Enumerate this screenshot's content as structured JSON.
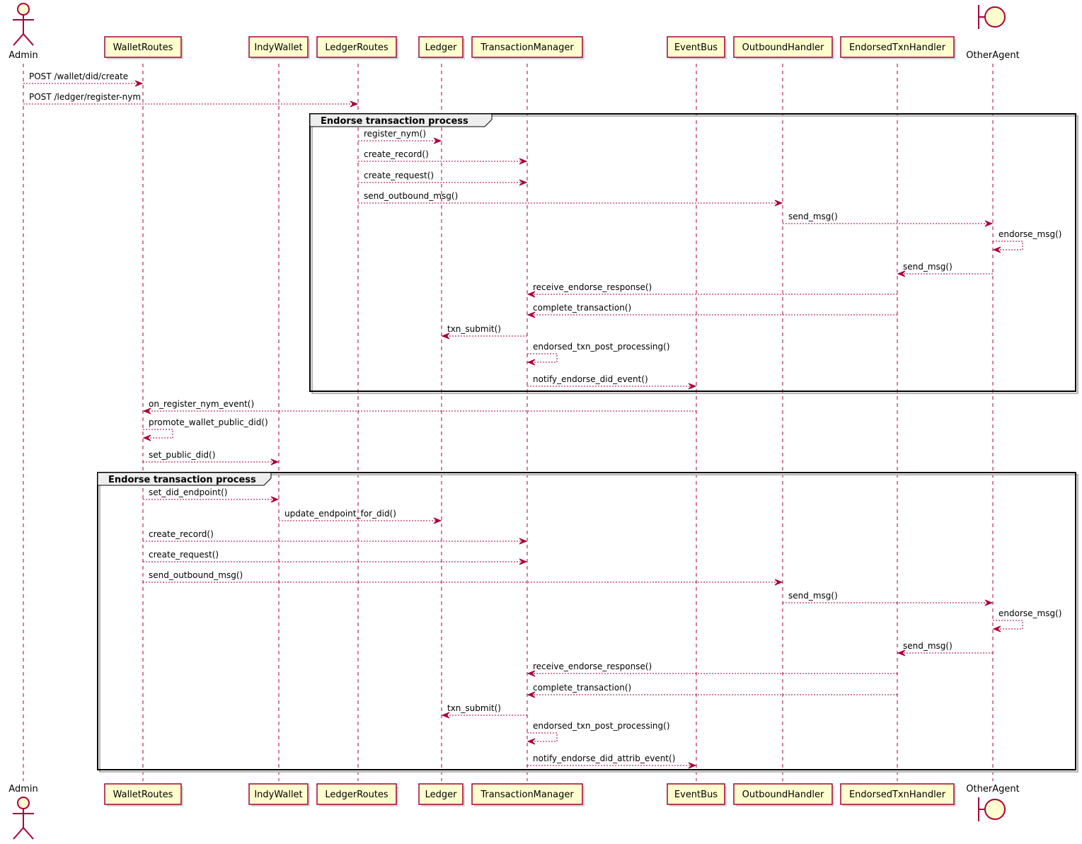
{
  "colors": {
    "lifeline": "#A80036",
    "participant_fill": "#FEFECE",
    "group_tab_fill": "#EEEEEE"
  },
  "participants": [
    {
      "id": "admin",
      "name": "Admin",
      "kind": "actor"
    },
    {
      "id": "walletroutes",
      "name": "WalletRoutes",
      "kind": "participant"
    },
    {
      "id": "indywallet",
      "name": "IndyWallet",
      "kind": "participant"
    },
    {
      "id": "ledgerroutes",
      "name": "LedgerRoutes",
      "kind": "participant"
    },
    {
      "id": "ledger",
      "name": "Ledger",
      "kind": "participant"
    },
    {
      "id": "transactionmanager",
      "name": "TransactionManager",
      "kind": "participant"
    },
    {
      "id": "eventbus",
      "name": "EventBus",
      "kind": "participant"
    },
    {
      "id": "outboundhandler",
      "name": "OutboundHandler",
      "kind": "participant"
    },
    {
      "id": "endorsedtxnhandler",
      "name": "EndorsedTxnHandler",
      "kind": "participant"
    },
    {
      "id": "otheragent",
      "name": "OtherAgent",
      "kind": "boundary"
    }
  ],
  "groups": [
    {
      "title": "Endorse transaction process"
    },
    {
      "title": "Endorse transaction process"
    }
  ],
  "messages": [
    {
      "from": "admin",
      "to": "walletroutes",
      "label": "POST /wallet/did/create"
    },
    {
      "from": "admin",
      "to": "ledgerroutes",
      "label": "POST /ledger/register-nym"
    },
    {
      "from": "ledgerroutes",
      "to": "ledger",
      "label": "register_nym()"
    },
    {
      "from": "ledgerroutes",
      "to": "transactionmanager",
      "label": "create_record()"
    },
    {
      "from": "ledgerroutes",
      "to": "transactionmanager",
      "label": "create_request()"
    },
    {
      "from": "ledgerroutes",
      "to": "outboundhandler",
      "label": "send_outbound_msg()"
    },
    {
      "from": "outboundhandler",
      "to": "otheragent",
      "label": "send_msg()"
    },
    {
      "from": "otheragent",
      "to": "otheragent",
      "label": "endorse_msg()"
    },
    {
      "from": "otheragent",
      "to": "endorsedtxnhandler",
      "label": "send_msg()"
    },
    {
      "from": "endorsedtxnhandler",
      "to": "transactionmanager",
      "label": "receive_endorse_response()"
    },
    {
      "from": "endorsedtxnhandler",
      "to": "transactionmanager",
      "label": "complete_transaction()"
    },
    {
      "from": "transactionmanager",
      "to": "ledger",
      "label": "txn_submit()"
    },
    {
      "from": "transactionmanager",
      "to": "transactionmanager",
      "label": "endorsed_txn_post_processing()"
    },
    {
      "from": "transactionmanager",
      "to": "eventbus",
      "label": "notify_endorse_did_event()"
    },
    {
      "from": "eventbus",
      "to": "walletroutes",
      "label": "on_register_nym_event()"
    },
    {
      "from": "walletroutes",
      "to": "walletroutes",
      "label": "promote_wallet_public_did()"
    },
    {
      "from": "walletroutes",
      "to": "indywallet",
      "label": "set_public_did()"
    },
    {
      "from": "walletroutes",
      "to": "indywallet",
      "label": "set_did_endpoint()"
    },
    {
      "from": "indywallet",
      "to": "ledger",
      "label": "update_endpoint_for_did()"
    },
    {
      "from": "walletroutes",
      "to": "transactionmanager",
      "label": "create_record()"
    },
    {
      "from": "walletroutes",
      "to": "transactionmanager",
      "label": "create_request()"
    },
    {
      "from": "walletroutes",
      "to": "outboundhandler",
      "label": "send_outbound_msg()"
    },
    {
      "from": "outboundhandler",
      "to": "otheragent",
      "label": "send_msg()"
    },
    {
      "from": "otheragent",
      "to": "otheragent",
      "label": "endorse_msg()"
    },
    {
      "from": "otheragent",
      "to": "endorsedtxnhandler",
      "label": "send_msg()"
    },
    {
      "from": "endorsedtxnhandler",
      "to": "transactionmanager",
      "label": "receive_endorse_response()"
    },
    {
      "from": "endorsedtxnhandler",
      "to": "transactionmanager",
      "label": "complete_transaction()"
    },
    {
      "from": "transactionmanager",
      "to": "ledger",
      "label": "txn_submit()"
    },
    {
      "from": "transactionmanager",
      "to": "transactionmanager",
      "label": "endorsed_txn_post_processing()"
    },
    {
      "from": "transactionmanager",
      "to": "eventbus",
      "label": "notify_endorse_did_attrib_event()"
    }
  ]
}
